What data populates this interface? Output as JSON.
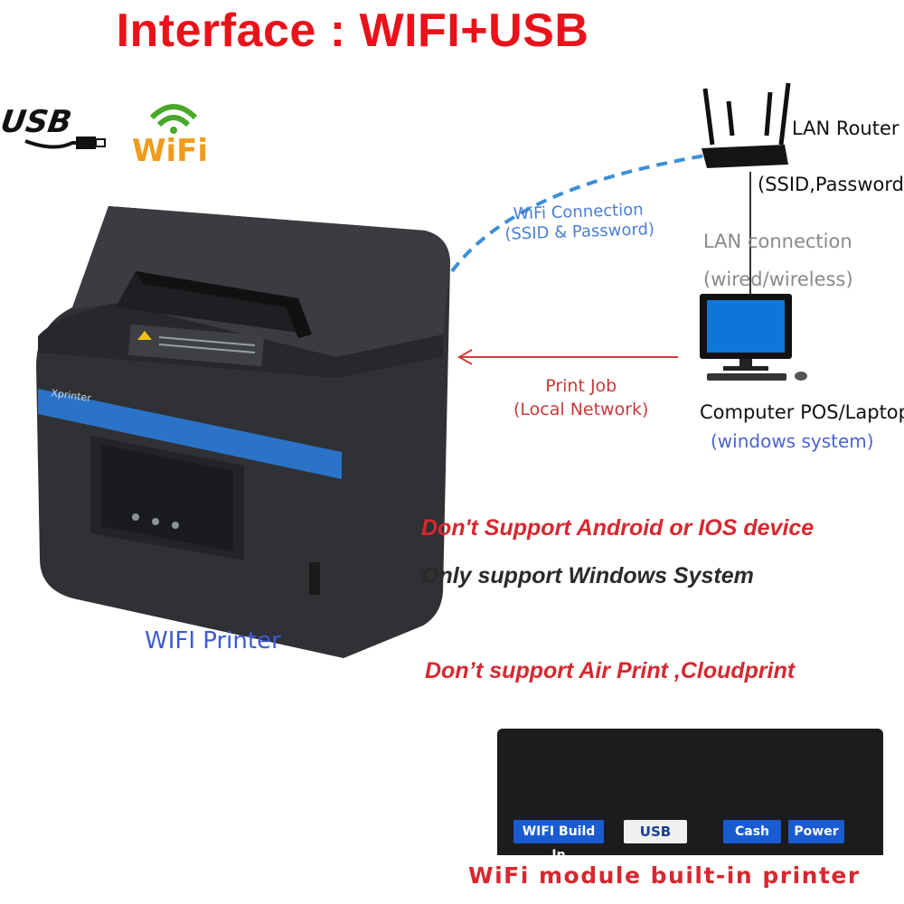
{
  "title": "Interface : WIFI+USB",
  "logos": {
    "usb_text": "USB",
    "wifi_text": "WiFi"
  },
  "network": {
    "wifi_connection": [
      "WiFi Connection",
      "(SSID & Password)"
    ],
    "router": {
      "name": "LAN Router",
      "credentials": "(SSID,Password)"
    },
    "lan_connection": [
      "LAN connection",
      "(wired/wireless)"
    ],
    "print_job": [
      "Print Job",
      "(Local Network)"
    ],
    "computer": {
      "name": "Computer POS/Laptop",
      "os": "(windows  system)"
    }
  },
  "printer": {
    "brand": "Xprinter",
    "caption": "WIFI Printer"
  },
  "notices": {
    "no_mobile": "Don't Support Android or IOS device",
    "windows_only": "Only support Windows System",
    "no_cloud": "Don’t support Air Print ,Cloudprint"
  },
  "ports": [
    "WIFI Build In",
    "USB",
    "Cash",
    "Power"
  ],
  "bottom_caption": "WiFi module built-in printer",
  "colors": {
    "title_red": "#e8131a",
    "notice_red": "#d7282f",
    "caption_blue": "#3a55c8",
    "wifi_line_blue": "#3d8fd6",
    "print_arrow_red": "#d23b3b",
    "printer_stripe": "#2a73c9"
  }
}
